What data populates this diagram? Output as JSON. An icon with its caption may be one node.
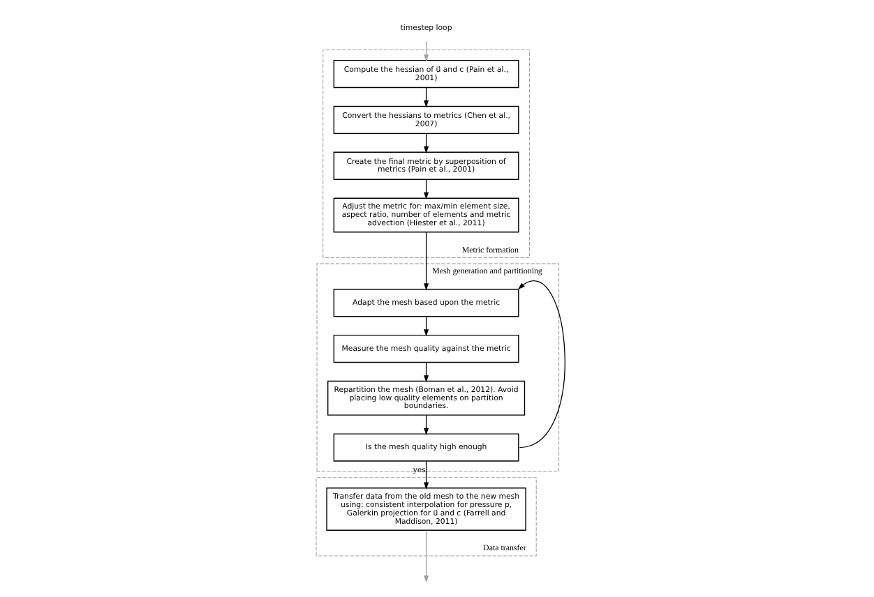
{
  "diagram": {
    "nodes": [
      {
        "text": [
          "timestep loop"
        ]
      },
      {
        "text": [
          "Metric formation"
        ]
      },
      {
        "text": [
          "Compute the hessian of u⃗ and c (Pain et al., 2001)"
        ],
        "in": 1
      },
      {
        "text": [
          "Convert the hessians to metrics (Chen et al., 2007)"
        ],
        "in": 1
      },
      {
        "text": [
          "Create the final metric by superposition of metrics (Pain et al., 2001)"
        ],
        "in": 1
      },
      {
        "text": [
          "Adjust the metric for: max/min element size, aspect ratio, number of elements and metric advection (Hiester et al., 2011)"
        ],
        "in": 1
      },
      {
        "text": [
          "Mesh generation and partitioning"
        ]
      },
      {
        "text": [
          "Adapt the mesh based upon the metric"
        ],
        "in": 6
      },
      {
        "text": [
          "Measure the mesh quality against the metric"
        ],
        "in": 6
      },
      {
        "text": [
          "Repartition the mesh (Boman et al., 2012). Avoid placing low quality elements on partition boundaries."
        ],
        "in": 6
      },
      {
        "text": [
          "Is the mesh quality high enough"
        ],
        "in": 6
      },
      {
        "text": [
          "Data transfer"
        ]
      },
      {
        "text": [
          "Transfer data from the old mesh to the new mesh using: consistent interpolation for pressure p, Galerkin projection for u⃗ and c (Farrell and Maddison, 2011)"
        ],
        "in": 11
      }
    ],
    "edges": [
      {
        "from": 0,
        "to": 2,
        "arrow": "to",
        "color": "#a0a0a0"
      },
      {
        "from": 2,
        "to": 3,
        "arrow": "to"
      },
      {
        "from": 3,
        "to": 4,
        "arrow": "to"
      },
      {
        "from": 4,
        "to": 5,
        "arrow": "to"
      },
      {
        "from": 5,
        "to": 7,
        "arrow": "to"
      },
      {
        "from": 7,
        "to": 8,
        "arrow": "to"
      },
      {
        "from": 8,
        "to": 9,
        "arrow": "to"
      },
      {
        "from": 9,
        "to": 10,
        "arrow": "to"
      },
      {
        "from": 10,
        "to": 7,
        "arrow": "to"
      },
      {
        "from": 10,
        "to": 12,
        "arrow": "to",
        "label": "yes"
      },
      {
        "from": 12,
        "to": null,
        "arrow": "to",
        "color": "#a0a0a0"
      }
    ]
  }
}
